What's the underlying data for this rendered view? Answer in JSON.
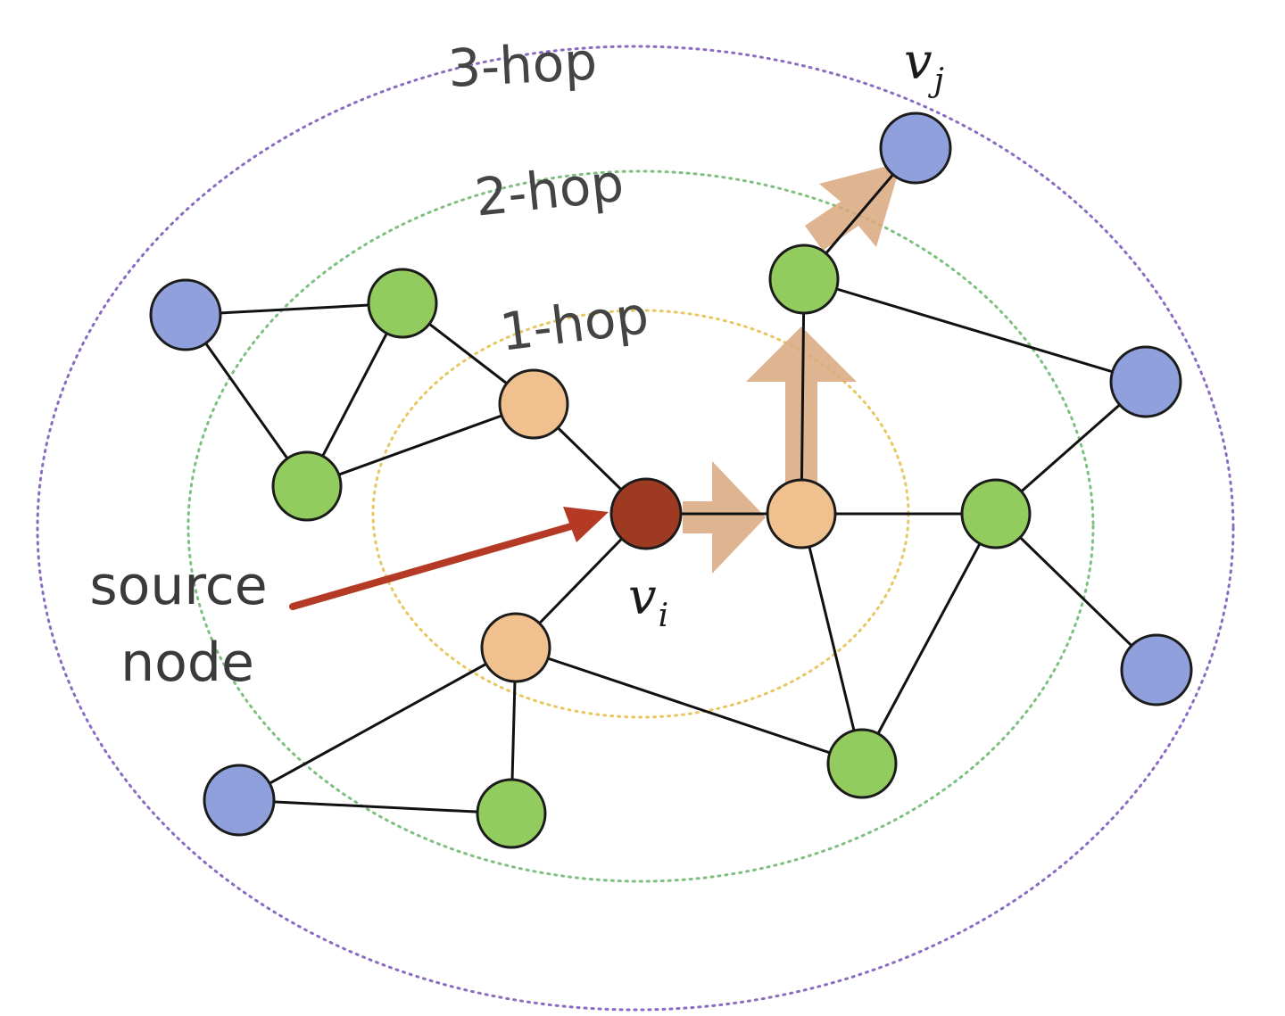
{
  "labels": {
    "hop3": "3-hop",
    "hop2": "2-hop",
    "hop1": "1-hop",
    "source_line1": "source",
    "source_line2": "node",
    "vi_base": "v",
    "vi_sub": "i",
    "vj_base": "v",
    "vj_sub": "j"
  },
  "colors": {
    "source": "#9e3a22",
    "one_hop": "#f0c08e",
    "two_hop": "#92cc5e",
    "three_hop": "#8fa0dc",
    "ring_1hop": "#e7c760",
    "ring_2hop": "#7dbf7d",
    "ring_3hop": "#8a6bc2",
    "path_arrow": "#d9a77e",
    "source_pointer": "#b53a25"
  }
}
